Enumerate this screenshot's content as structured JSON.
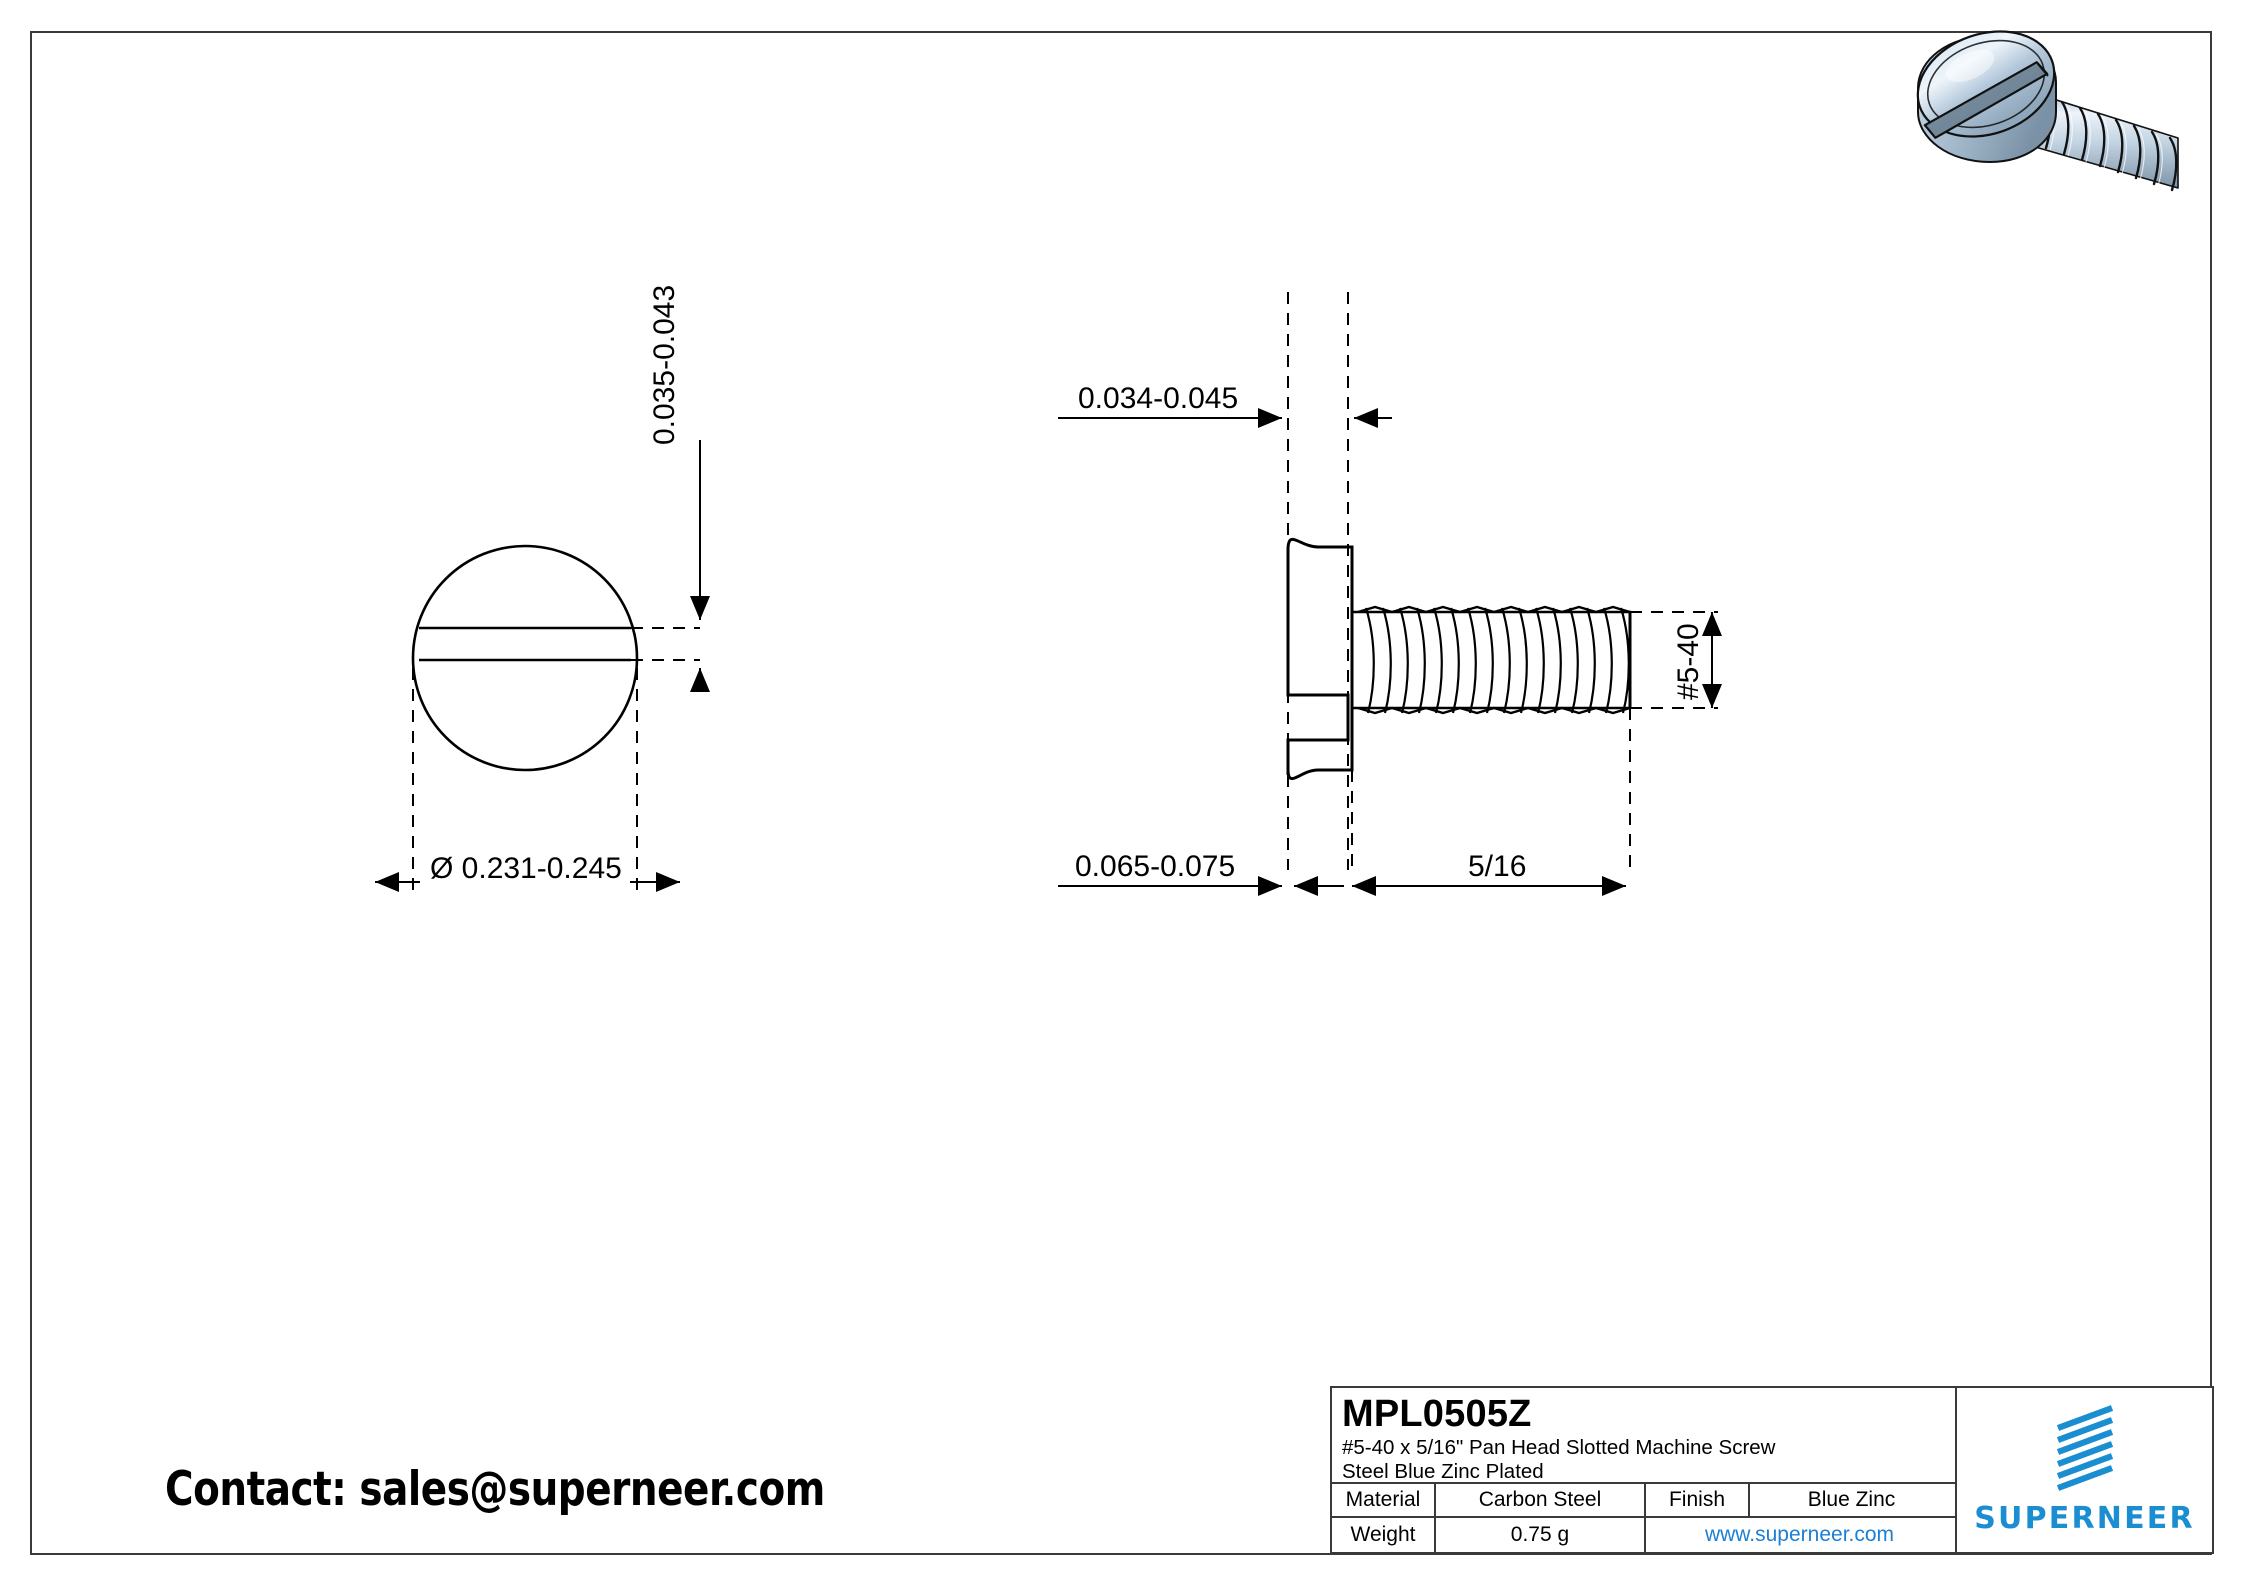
{
  "sheet": {
    "background_color": "#ffffff",
    "frame_color": "#3a3a3a"
  },
  "render": {
    "name": "pan-head-slotted-machine-screw-3d-render",
    "body_color": "#b9cbdc",
    "highlight_color": "#e8f0f7",
    "shadow_color": "#6d8294",
    "outline_color": "#111111"
  },
  "views": {
    "top_view": {
      "label": "top-view-circle-with-slot",
      "diameter_dim": "Ø 0.231-0.245",
      "slot_depth_dim": "0.035-0.043"
    },
    "side_view": {
      "label": "side-view-screw-profile",
      "slot_width_dim": "0.034-0.045",
      "head_height_dim": "0.065-0.075",
      "length_dim": "5/16",
      "thread_dim": "#5-40"
    }
  },
  "contact": {
    "text": "Contact: sales@superneer.com"
  },
  "title_block": {
    "part_number": "MPL0505Z",
    "description_line1": "#5-40 x 5/16\" Pan Head Slotted Machine Screw",
    "description_line2": "Steel Blue Zinc Plated",
    "rows": [
      {
        "label": "Material",
        "value": "Carbon Steel",
        "label2": "Finish",
        "value2": "Blue Zinc"
      },
      {
        "label": "Weight",
        "value": "0.75 g",
        "link": "www.superneer.com"
      }
    ],
    "brand": {
      "name": "SUPERNEER",
      "color": "#1b8ed1",
      "link_color": "#1b7fd4",
      "mark": "striped-parallelogram-logo"
    }
  }
}
